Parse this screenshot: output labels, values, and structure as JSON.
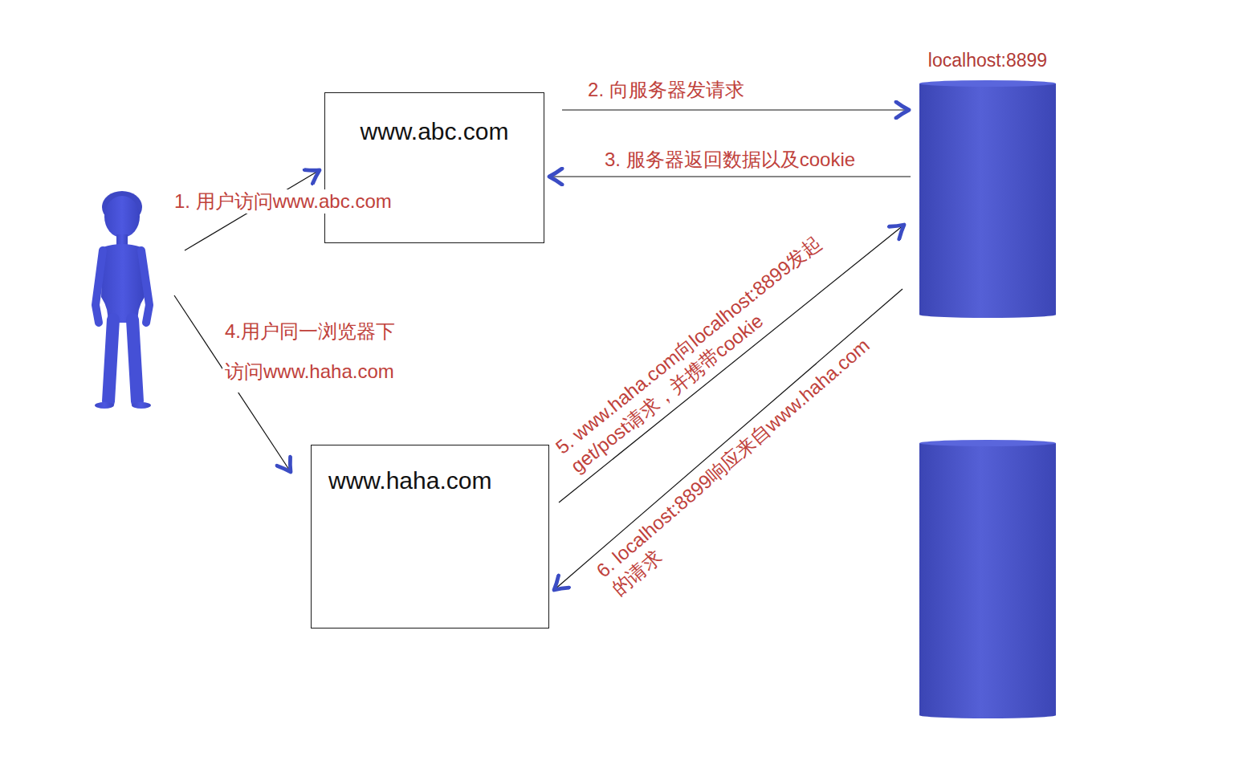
{
  "diagram": {
    "nodes": [
      {
        "text": [
          "www.abc.com"
        ]
      },
      {
        "text": [
          "localhost:8899"
        ]
      },
      {
        "text": [
          "www.haha.com"
        ]
      }
    ],
    "edges": [
      {
        "from": 0,
        "to": 1,
        "arrow": "to",
        "label": "2. 向服务器发请求"
      },
      {
        "from": 1,
        "to": 0,
        "arrow": "to",
        "label": "3. 服务器返回数据以及cookie"
      },
      {
        "from": 2,
        "to": 1,
        "arrow": "to",
        "label": "5. www.haha.com向localhost:8899发起 get/post请求，并携带cookie"
      },
      {
        "from": 1,
        "to": 2,
        "arrow": "to",
        "label": "6. localhost:8899响应来自www.haha.com 的请求"
      }
    ],
    "labels": [
      "1. 用户访问www.abc.com",
      "4.用户同一浏览器下 访问www.haha.com"
    ]
  }
}
